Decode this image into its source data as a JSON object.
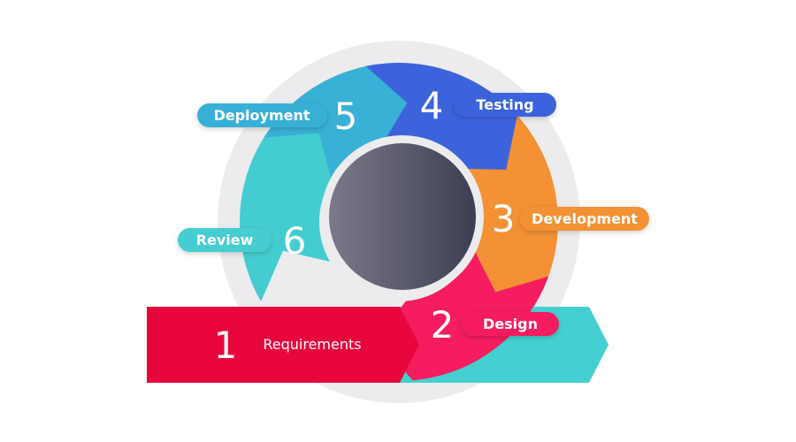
{
  "diagram": {
    "type": "cycle",
    "stages": [
      {
        "number": "1",
        "label": "Requirements",
        "color": "#e8063c"
      },
      {
        "number": "2",
        "label": "Design",
        "color": "#f51d5f"
      },
      {
        "number": "3",
        "label": "Development",
        "color": "#f39134"
      },
      {
        "number": "4",
        "label": "Testing",
        "color": "#3d63dc"
      },
      {
        "number": "5",
        "label": "Deployment",
        "color": "#39b0d5"
      },
      {
        "number": "6",
        "label": "Review",
        "color": "#44cdd0"
      }
    ],
    "colors": {
      "ring_background": "#ececee",
      "center_gradient_start": "#7a7a8a",
      "center_gradient_end": "#3e3e52",
      "requirements_arrow": "#e8063c",
      "teal_banner": "#44d0d0"
    }
  }
}
